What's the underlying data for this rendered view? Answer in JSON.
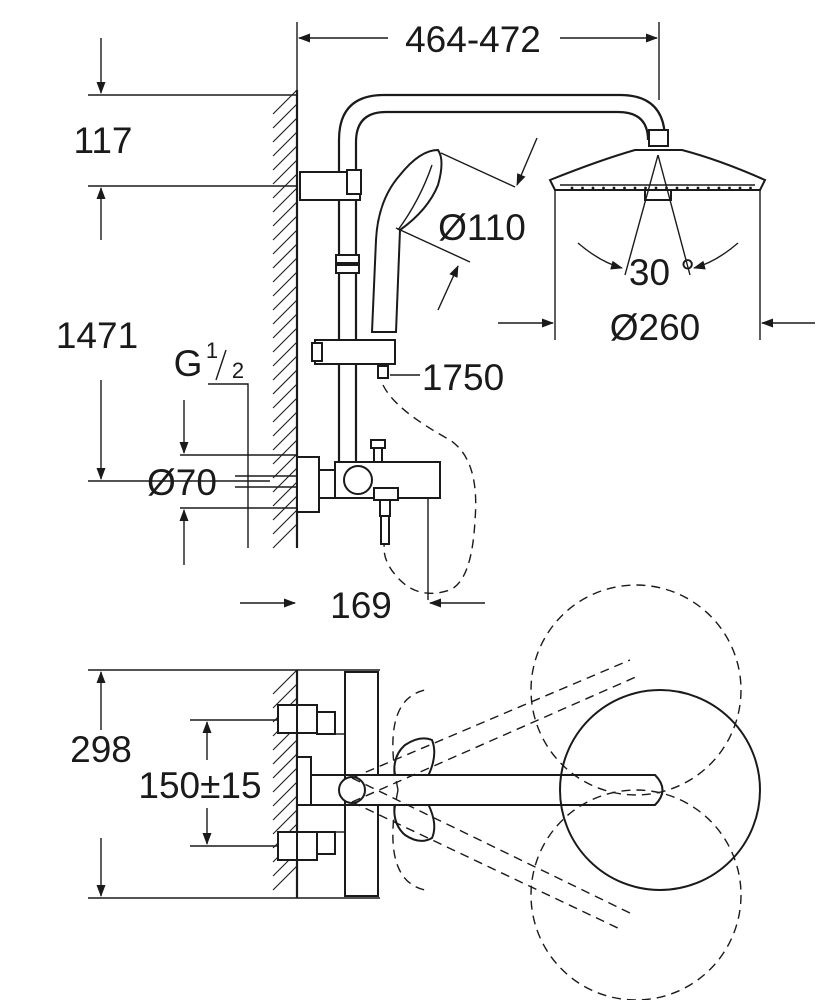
{
  "dimensions": {
    "arm_reach": "464-472",
    "top_offset": "117",
    "outlet_height": "1471",
    "thread_g": "G",
    "thread_num": "1",
    "thread_den": "2",
    "rosette_diameter": "Ø70",
    "mixer_projection": "169",
    "hand_shower_diameter": "Ø110",
    "overhead_angle": "30 °",
    "overhead_diameter": "Ø260",
    "hose_length": "1750",
    "plan_depth": "298",
    "centre_distance": "150±15"
  }
}
